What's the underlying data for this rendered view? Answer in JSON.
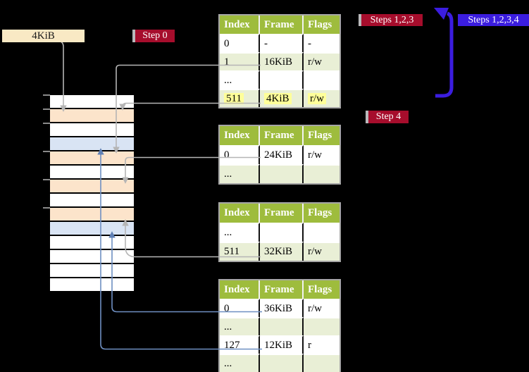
{
  "labels": {
    "page_size": "4KiB",
    "step0": "Step 0",
    "steps123": "Steps 1,2,3",
    "steps1234": "Steps 1,2,3,4",
    "step4": "Step 4"
  },
  "colors": {
    "background": "#000000",
    "header_green": "#9ebc3d",
    "row_green": "#e9efd6",
    "row_white": "#ffffff",
    "memory_peach": "#fce4cb",
    "memory_blue": "#d9e4f4",
    "label_cream": "#f9e9c4",
    "label_red": "#a60d2c",
    "label_indigo": "#3b1de0",
    "arrow_gray": "#b5b5b5",
    "arrow_blue": "#6e8fc2",
    "highlight_yellow": "#ffff99"
  },
  "memory": {
    "rows": [
      "white",
      "peach",
      "white",
      "blue",
      "peach",
      "white",
      "peach",
      "white",
      "peach",
      "blue",
      "white",
      "white",
      "white",
      "white"
    ],
    "tick_rows": [
      0,
      1,
      2,
      4,
      6,
      8
    ]
  },
  "tables": [
    {
      "name": "page-table-level1",
      "headers": [
        "Index",
        "Frame",
        "Flags"
      ],
      "rows": [
        [
          "0",
          "-",
          "-"
        ],
        [
          "1",
          "16KiB",
          "r/w"
        ],
        [
          "...",
          "",
          ""
        ],
        [
          "511",
          "4KiB",
          "r/w"
        ]
      ],
      "highlight_row": 3
    },
    {
      "name": "page-table-level2-a",
      "headers": [
        "Index",
        "Frame",
        "Flags"
      ],
      "rows": [
        [
          "0",
          "24KiB",
          "r/w"
        ],
        [
          "...",
          "",
          ""
        ]
      ],
      "highlight_row": -1
    },
    {
      "name": "page-table-level2-b",
      "headers": [
        "Index",
        "Frame",
        "Flags"
      ],
      "rows": [
        [
          "...",
          "",
          ""
        ],
        [
          "511",
          "32KiB",
          "r/w"
        ]
      ],
      "highlight_row": -1
    },
    {
      "name": "page-table-level2-c",
      "headers": [
        "Index",
        "Frame",
        "Flags"
      ],
      "rows": [
        [
          "0",
          "36KiB",
          "r/w"
        ],
        [
          "...",
          "",
          ""
        ],
        [
          "127",
          "12KiB",
          "r"
        ],
        [
          "...",
          "",
          ""
        ]
      ],
      "highlight_row": -1
    }
  ]
}
